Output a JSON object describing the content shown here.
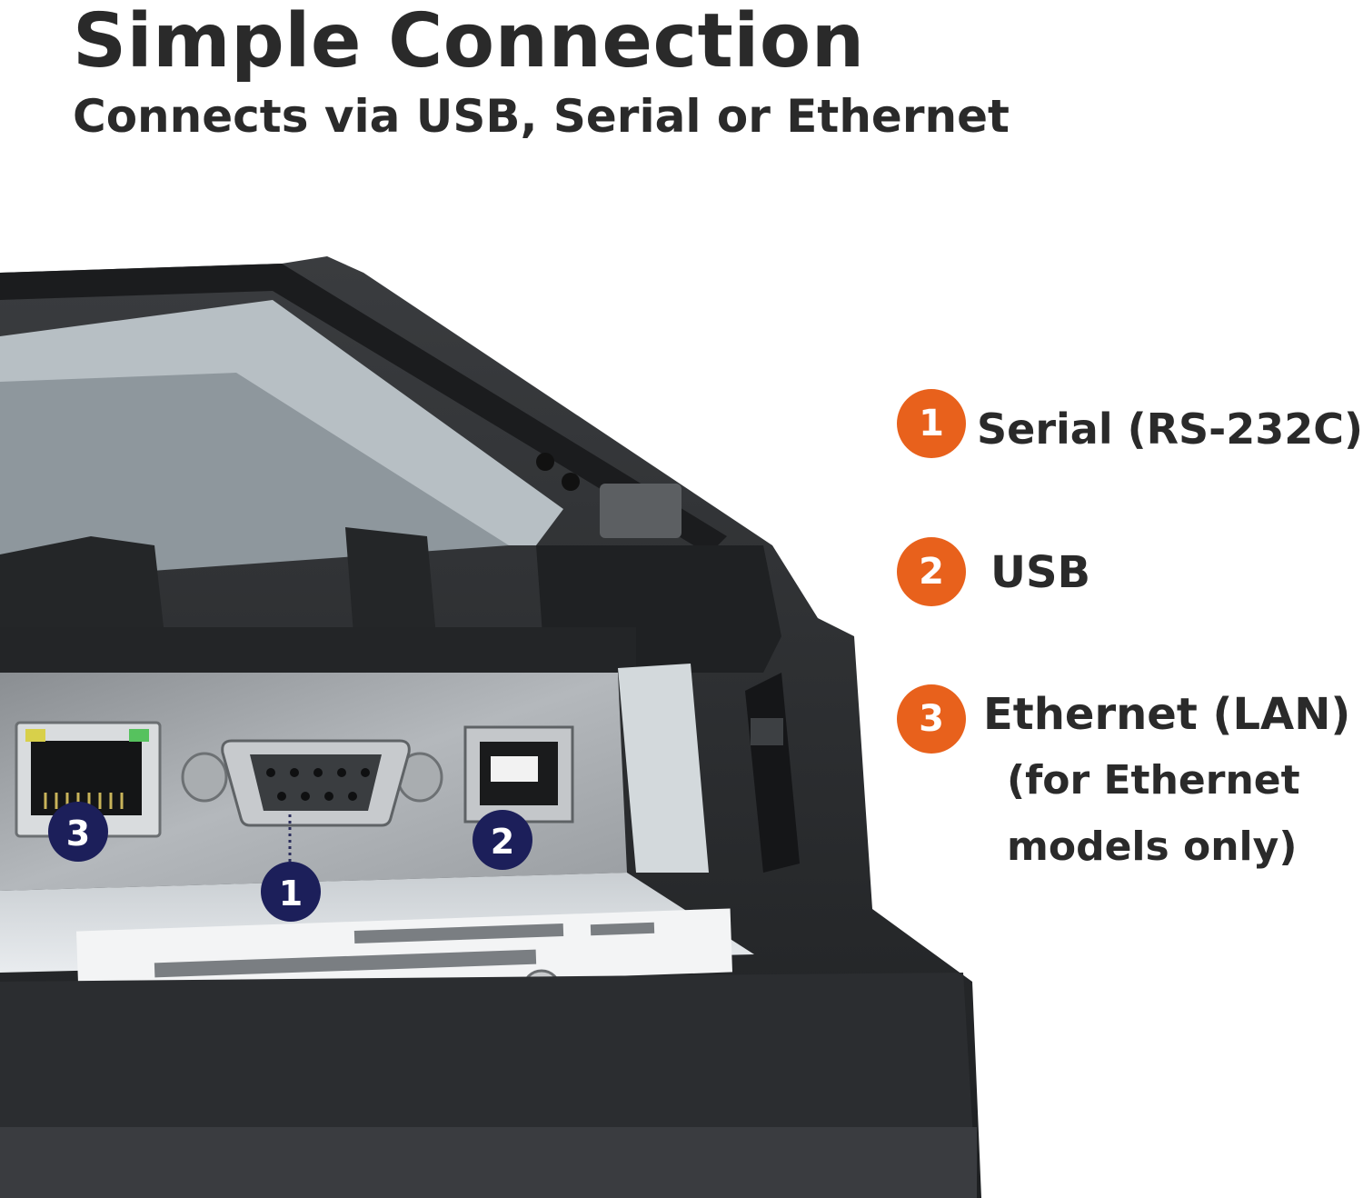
{
  "header": {
    "title": "Simple Connection",
    "subtitle": "Connects via USB, Serial or Ethernet"
  },
  "colors": {
    "legend_badge": "#e8611c",
    "photo_badge": "#1c1f5a",
    "printer_body": "#2a2c2e",
    "text": "#2a2a2a"
  },
  "photo_markers": [
    "1",
    "2",
    "3"
  ],
  "legend": [
    {
      "number": "1",
      "label": "Serial (RS-232C)"
    },
    {
      "number": "2",
      "label": "USB"
    },
    {
      "number": "3",
      "label": "Ethernet  (LAN)",
      "note_line1": "(for Ethernet",
      "note_line2": "models only)"
    }
  ]
}
